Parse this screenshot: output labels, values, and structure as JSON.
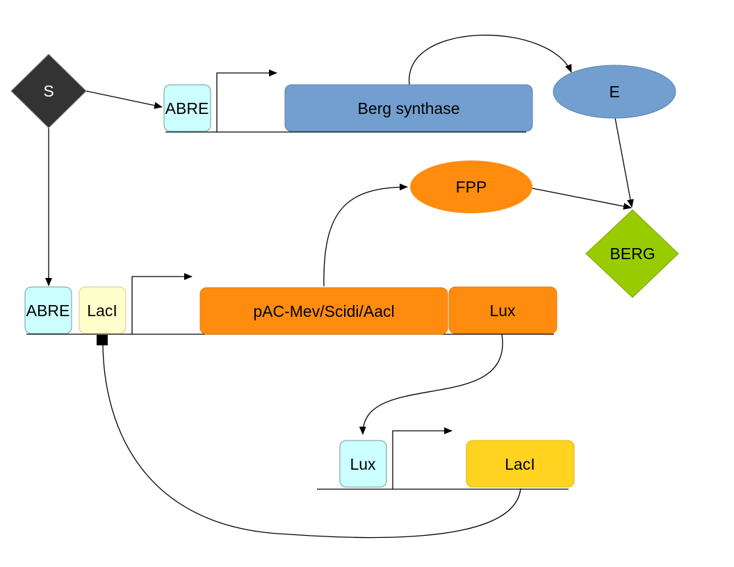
{
  "nodes": {
    "signal": "S",
    "abre_top": "ABRE",
    "berg_synthase": "Berg synthase",
    "enzyme": "E",
    "fpp": "FPP",
    "berg": "BERG",
    "abre_mid": "ABRE",
    "laci_operator": "LacI",
    "pac_mev": "pAC-Mev/Scidi/Aacl",
    "lux_gene": "Lux",
    "lux_promoter": "Lux",
    "laci_gene": "LacI"
  },
  "colors": {
    "signal": "#333333",
    "promoter": "#ccffff",
    "berg_synthase": "#729fcf",
    "enzyme": "#729fcf",
    "pathway": "#ff8c0f",
    "berg": "#99cc00",
    "laci_operator": "#ffffcc",
    "laci_gene": "#ffd320",
    "line": "#000000"
  }
}
